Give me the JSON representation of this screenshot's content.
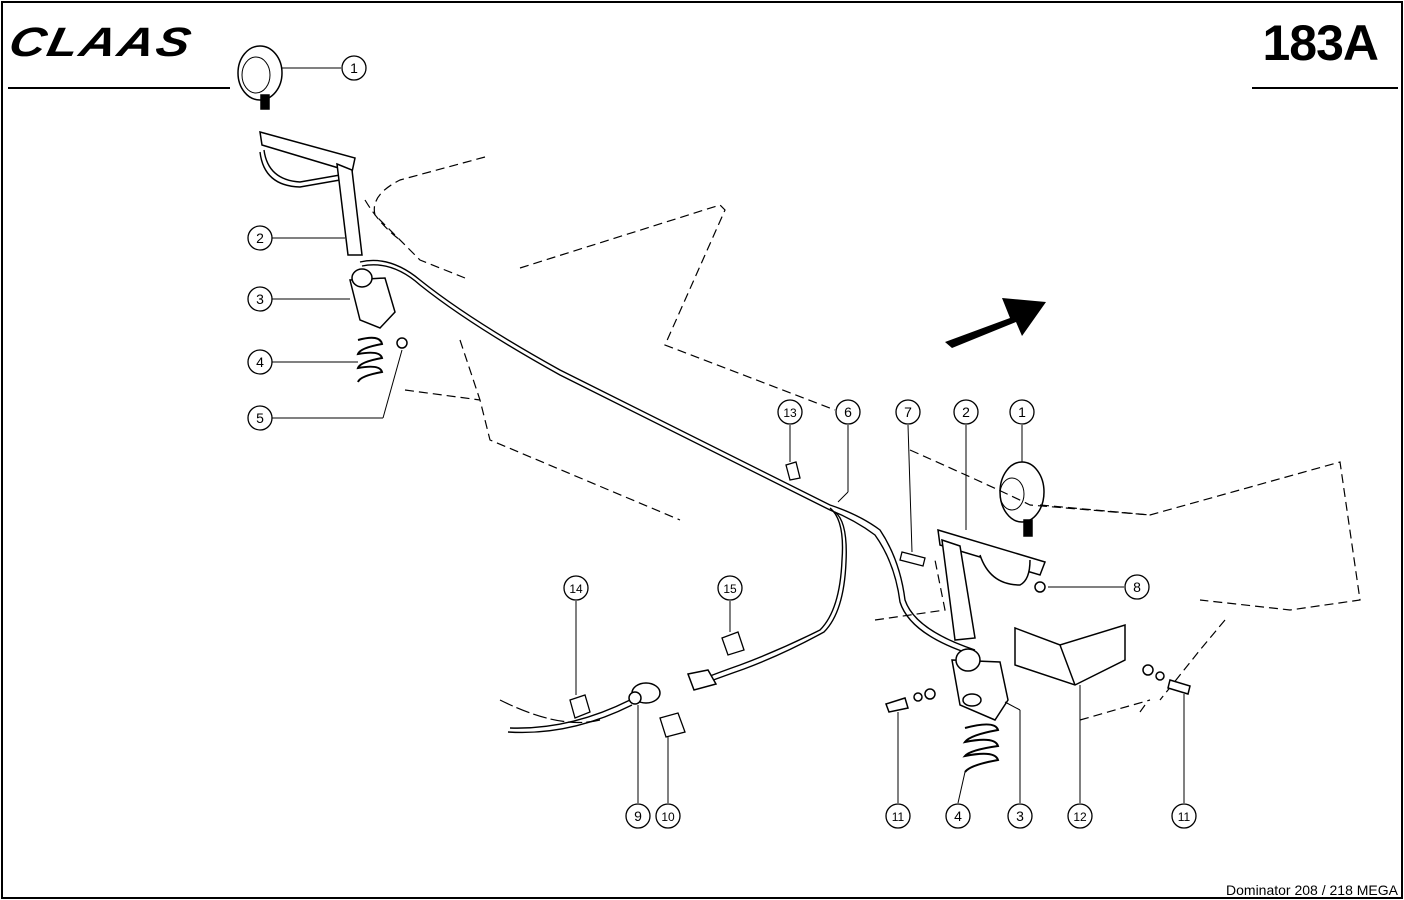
{
  "header": {
    "brand": "CLAAS",
    "plate_number": "183A"
  },
  "footer": {
    "model": "Dominator 208 / 218 MEGA"
  },
  "callouts": [
    {
      "n": "1"
    },
    {
      "n": "2"
    },
    {
      "n": "3"
    },
    {
      "n": "4"
    },
    {
      "n": "5"
    },
    {
      "n": "13"
    },
    {
      "n": "6"
    },
    {
      "n": "7"
    },
    {
      "n": "2"
    },
    {
      "n": "1"
    },
    {
      "n": "8"
    },
    {
      "n": "14"
    },
    {
      "n": "15"
    },
    {
      "n": "9"
    },
    {
      "n": "10"
    },
    {
      "n": "11"
    },
    {
      "n": "4"
    },
    {
      "n": "3"
    },
    {
      "n": "12"
    },
    {
      "n": "11"
    }
  ]
}
